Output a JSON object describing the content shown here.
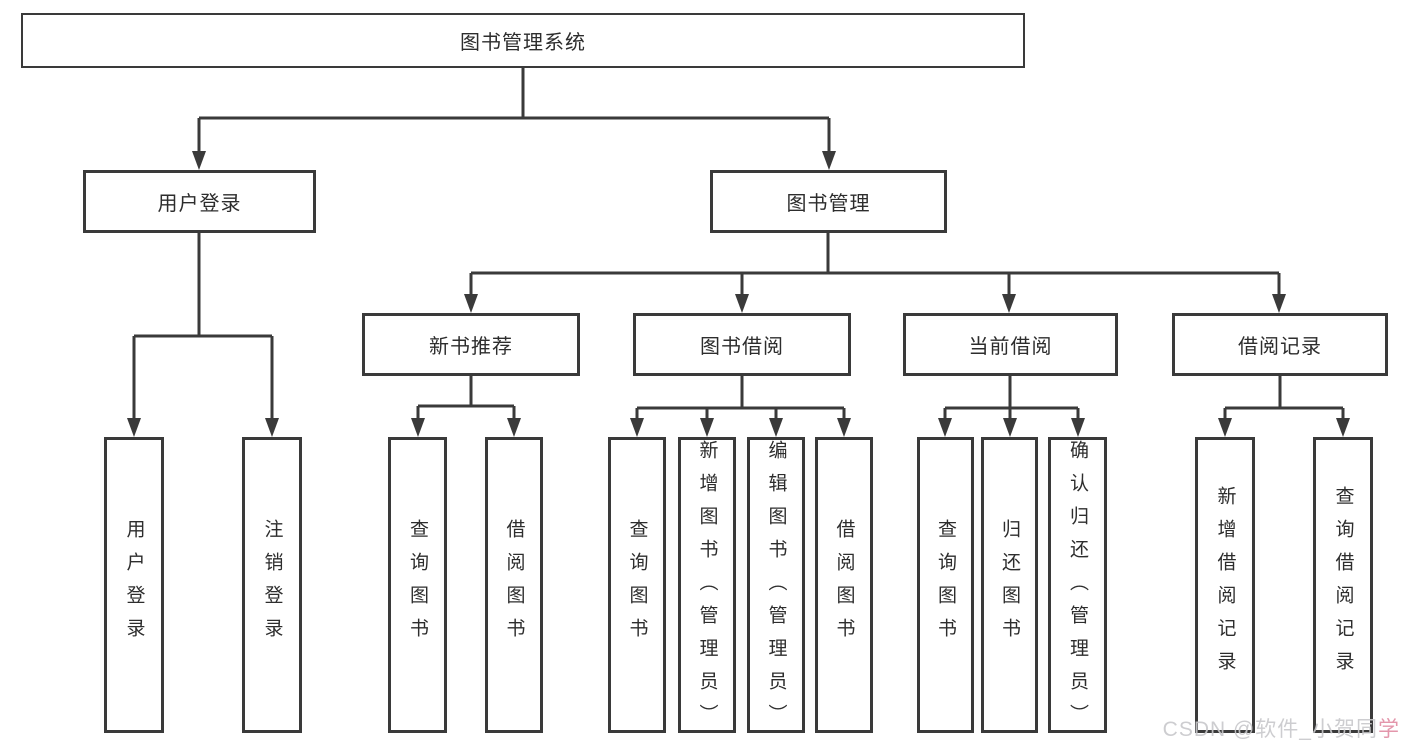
{
  "nodes": {
    "root": "图书管理系统",
    "user_login": {
      "label": "用户登录",
      "children": {
        "login": "用户登录",
        "logout": "注销登录"
      }
    },
    "book_mgmt": {
      "label": "图书管理",
      "children": {
        "new_books": {
          "label": "新书推荐",
          "children": {
            "query": "查询图书",
            "borrow": "借阅图书"
          }
        },
        "book_borrow": {
          "label": "图书借阅",
          "children": {
            "query": "查询图书",
            "add": "新增图书（管理员）",
            "edit": "编辑图书（管理员）",
            "borrow": "借阅图书"
          }
        },
        "current_borrow": {
          "label": "当前借阅",
          "children": {
            "query": "查询图书",
            "return": "归还图书",
            "confirm": "确认归还（管理员）"
          }
        },
        "borrow_records": {
          "label": "借阅记录",
          "children": {
            "add": "新增借阅记录",
            "query": "查询借阅记录"
          }
        }
      }
    }
  },
  "watermark": {
    "text": "CSDN @软件_小贺同",
    "accent": "学"
  },
  "colors": {
    "line": "#3a3a3a",
    "text": "#2d2d2d",
    "watermark": "#c8c8cb",
    "watermark-accent": "#e08ba2"
  }
}
